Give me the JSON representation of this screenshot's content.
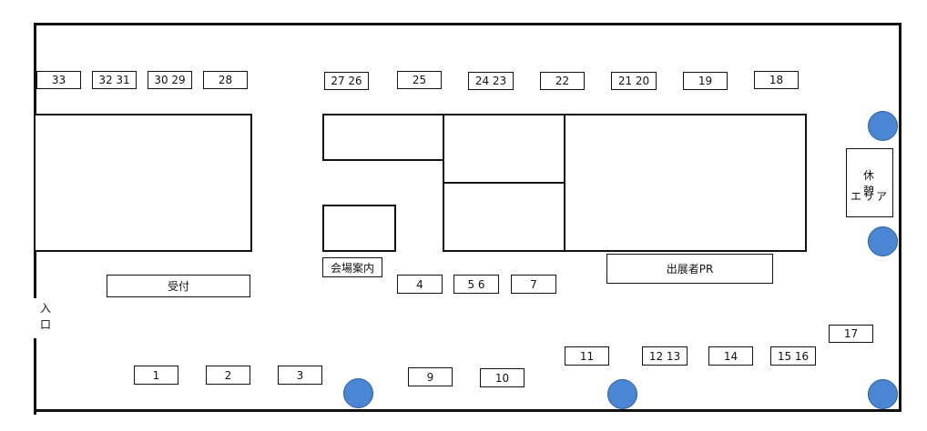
{
  "entrance": "入口",
  "reception": "受付",
  "info": "会場案内",
  "exhibitor_pr": "出展者PR",
  "rest_area": {
    "line1": "休憩",
    "line2": "エリア"
  },
  "booths_top": [
    "33",
    "32 31",
    "30 29",
    "28",
    "27 26",
    "25",
    "24 23",
    "22",
    "21 20",
    "19",
    "18"
  ],
  "booths_middle": [
    "4",
    "5 6",
    "7"
  ],
  "booths_bottom": [
    "1",
    "2",
    "3",
    "9",
    "10",
    "11",
    "12 13",
    "14",
    "15 16",
    "17"
  ],
  "colors": {
    "pillar": "#4a86d4",
    "line": "#111111"
  }
}
